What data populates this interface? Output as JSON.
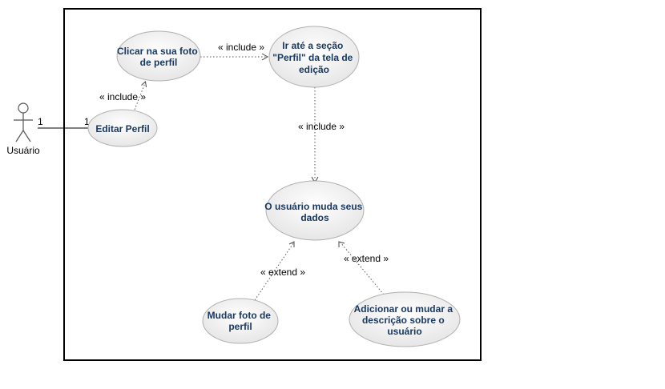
{
  "actor": {
    "name": "Usuário"
  },
  "association": {
    "actor_multiplicity": "1",
    "usecase_multiplicity": "1"
  },
  "use_cases": {
    "editar_perfil": [
      "Editar Perfil"
    ],
    "clicar_foto": [
      "Clicar na sua foto",
      "de perfil"
    ],
    "ir_secao": [
      "Ir até a seção",
      "\"Perfil\" da tela de",
      "edição"
    ],
    "muda_dados": [
      "O usuário muda seus",
      "dados"
    ],
    "mudar_foto": [
      "Mudar foto de",
      "perfil"
    ],
    "adicionar_descricao": [
      "Adicionar ou mudar a",
      "descrição sobre o",
      "usuário"
    ]
  },
  "relations": {
    "include_1": "« include »",
    "include_2": "« include »",
    "include_3": "« include »",
    "extend_1": "« extend »",
    "extend_2": "« extend »"
  },
  "colors": {
    "usecase_text": "#17375e",
    "usecase_fill": "#f2f2f2",
    "usecase_stroke": "#b0b0b0",
    "line": "#555555",
    "border": "#000000"
  }
}
